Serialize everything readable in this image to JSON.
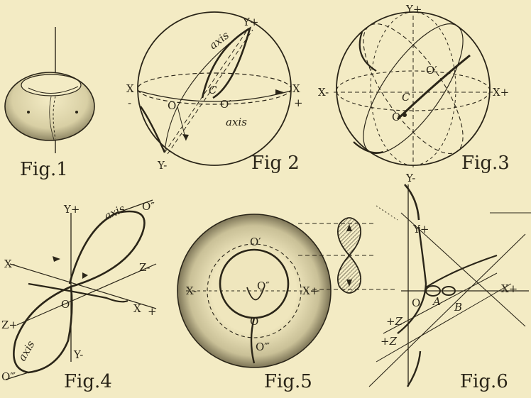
{
  "figures": [
    {
      "caption": "Fig.1"
    },
    {
      "caption": "Fig 2",
      "labels": [
        "Y+",
        "Y-",
        "X",
        "X",
        "+",
        "-",
        "O",
        "O′",
        "C",
        "axis",
        "axis"
      ]
    },
    {
      "caption": "Fig.3",
      "labels": [
        "Y+",
        "Y-",
        "X-",
        "X+",
        "O",
        "O′",
        "C"
      ]
    },
    {
      "caption": "Fig.4",
      "labels": [
        "Y+",
        "Y-",
        "X-",
        "X",
        "+",
        "Z-",
        "Z+",
        "O",
        "O″",
        "O‴",
        "axis",
        "axis"
      ]
    },
    {
      "caption": "Fig.5",
      "labels": [
        "X-",
        "X+",
        "O′",
        "O″",
        "O",
        "O‴"
      ]
    },
    {
      "caption": "Fig.6",
      "labels": [
        "Y+",
        "X+",
        "O",
        "A",
        "B",
        "+Z",
        "+Z"
      ]
    }
  ]
}
